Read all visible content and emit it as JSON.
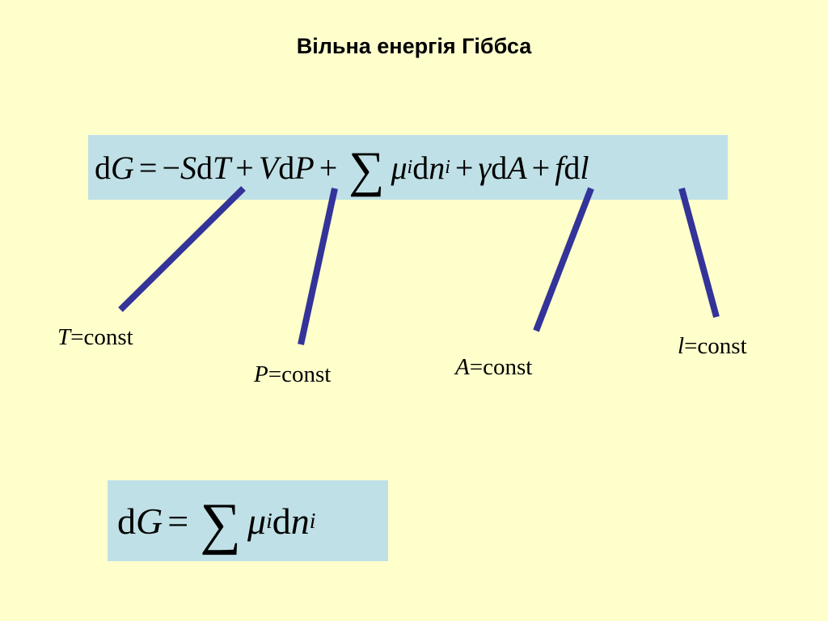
{
  "title": "Вільна енергія Гіббса",
  "colors": {
    "background": "#FFFFCC",
    "equation_box": "#BFE0E6",
    "connector": "#333399"
  },
  "main_equation": {
    "tokens": [
      "d",
      "G",
      "=",
      "−",
      "S",
      "d",
      "T",
      "+",
      "V",
      "d",
      "P",
      "+",
      "∑",
      "μ",
      "i",
      "d",
      "n",
      "i",
      "+",
      "γ",
      "d",
      "A",
      "+",
      "f",
      "d",
      "l"
    ]
  },
  "conditions": {
    "t": {
      "symbol": "T",
      "rest": "=const"
    },
    "p": {
      "symbol": "P",
      "rest": "=const"
    },
    "a": {
      "symbol": "A",
      "rest": "=const"
    },
    "l": {
      "symbol": "l",
      "rest": "=const"
    }
  },
  "bottom_equation": {
    "tokens": [
      "d",
      "G",
      "=",
      "∑",
      "μ",
      "i",
      "d",
      "n",
      "i"
    ]
  }
}
